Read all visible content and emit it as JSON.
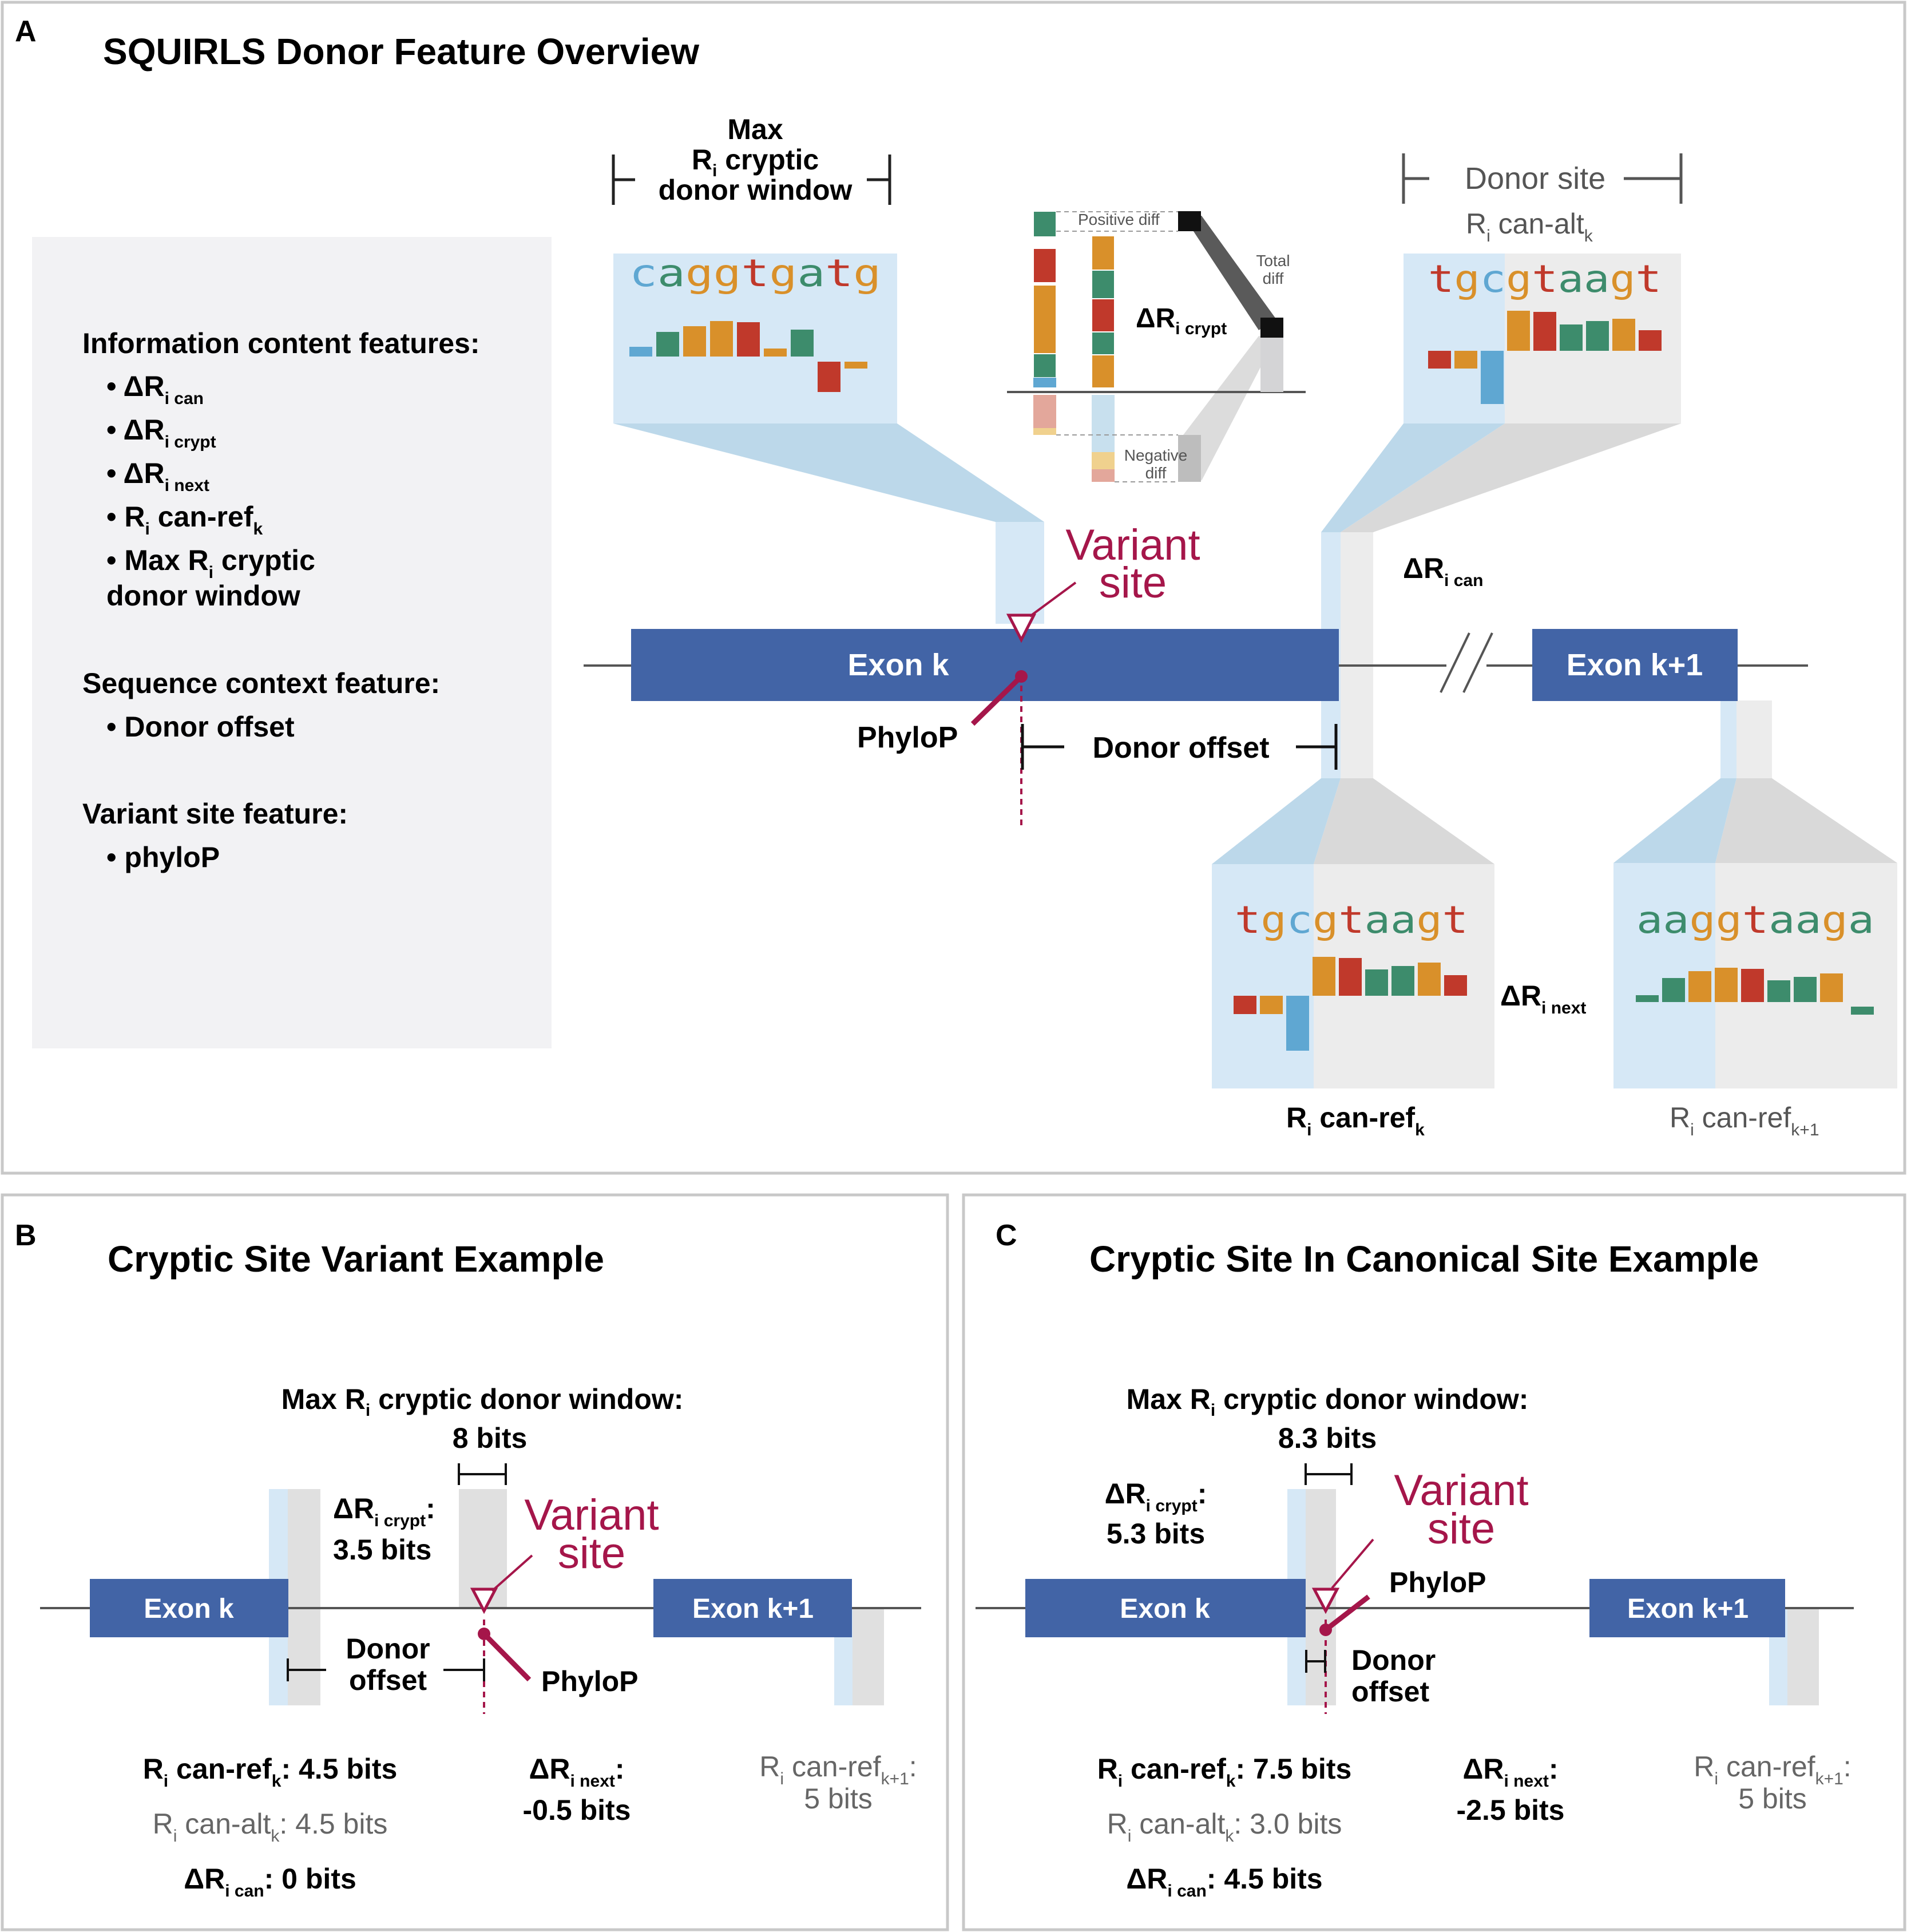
{
  "colors": {
    "exon": "#4264a6",
    "variant": "#a5164a",
    "highlight_blue": "#d6e8f6",
    "highlight_gray": "#e0e0e0",
    "legend_bg": "#f2f2f4",
    "frame": "#c8c8c8",
    "nt_a": "#3d8c6c",
    "nt_c": "#5fa7d2",
    "nt_g": "#d9902a",
    "nt_t": "#c0392b"
  },
  "panel_a": {
    "letter": "A",
    "title": "SQUIRLS Donor Feature Overview",
    "legend": {
      "heading1": "Information content features:",
      "items1": [
        "• ΔR",
        "• ΔR",
        "• ΔR",
        "• R",
        "• Max R"
      ],
      "subs1": [
        "i can",
        "i crypt",
        "i next",
        "i",
        "i"
      ],
      "tail1": [
        "",
        "",
        "",
        " can-ref",
        " cryptic"
      ],
      "tail1_sub": [
        "",
        "",
        "",
        "k",
        ""
      ],
      "item5_line2": "donor window",
      "heading2": "Sequence context feature:",
      "item_offset": "• Donor offset",
      "heading3": "Variant site feature:",
      "item_phylop": "• phyloP"
    },
    "max_window_label": [
      "Max",
      "R",
      "i",
      " cryptic",
      "donor window"
    ],
    "seq_cryptic": "caggtgatg",
    "donor_site_label": "Donor site",
    "can_alt_label": "R",
    "can_alt_sub": "i",
    "can_alt_tail": " can-alt",
    "can_alt_tail_sub": "k",
    "seq_can_alt": "tgcgtaagt",
    "seq_can_ref": "tgcgtaagt",
    "seq_next": "aaggtaaga",
    "positive_diff": "Positive diff",
    "negative_diff": [
      "Negative",
      "diff"
    ],
    "total_diff": [
      "Total",
      "diff"
    ],
    "delta_crypt": [
      "ΔR",
      "i crypt"
    ],
    "delta_can": [
      "ΔR",
      "i can"
    ],
    "delta_next": [
      "ΔR",
      "i next"
    ],
    "variant_site": [
      "Variant",
      "site"
    ],
    "exon_k": "Exon k",
    "exon_k1": "Exon k+1",
    "phylop": "PhyloP",
    "donor_offset": "Donor offset",
    "can_ref": [
      "R",
      "i",
      " can-ref",
      "k"
    ],
    "can_ref_next": [
      "R",
      "i",
      " can-ref",
      "k+1"
    ]
  },
  "panel_b": {
    "letter": "B",
    "title": "Cryptic Site Variant Example",
    "max_window": [
      "Max R",
      "i",
      " cryptic donor window:"
    ],
    "max_window_value": "8 bits",
    "delta_crypt": [
      "ΔR",
      "i crypt",
      ":"
    ],
    "delta_crypt_value": "3.5 bits",
    "variant_site": [
      "Variant",
      "site"
    ],
    "exon_k": "Exon k",
    "exon_k1": "Exon k+1",
    "donor_offset": [
      "Donor",
      "offset"
    ],
    "phylop": "PhyloP",
    "can_ref": [
      "R",
      "i",
      " can-ref",
      "k",
      ": 4.5 bits"
    ],
    "can_alt": [
      "R",
      "i",
      " can-alt",
      "k",
      ": 4.5 bits"
    ],
    "delta_can": [
      "ΔR",
      "i can",
      ": 0 bits"
    ],
    "delta_next": [
      "ΔR",
      "i next",
      ":"
    ],
    "delta_next_value": "-0.5 bits",
    "can_ref_next": [
      "R",
      "i",
      " can-ref",
      "k+1",
      ":"
    ],
    "can_ref_next_value": "5 bits"
  },
  "panel_c": {
    "letter": "C",
    "title": "Cryptic Site In Canonical Site Example",
    "max_window": [
      "Max R",
      "i",
      " cryptic donor window:"
    ],
    "max_window_value": "8.3 bits",
    "delta_crypt": [
      "ΔR",
      "i crypt",
      ":"
    ],
    "delta_crypt_value": "5.3 bits",
    "variant_site": [
      "Variant",
      "site"
    ],
    "phylop": "PhyloP",
    "exon_k": "Exon k",
    "exon_k1": "Exon k+1",
    "donor_offset": [
      "Donor",
      "offset"
    ],
    "can_ref": [
      "R",
      "i",
      " can-ref",
      "k",
      ": 7.5 bits"
    ],
    "can_alt": [
      "R",
      "i",
      " can-alt",
      "k",
      ": 3.0 bits"
    ],
    "delta_can": [
      "ΔR",
      "i can",
      ": 4.5 bits"
    ],
    "delta_next": [
      "ΔR",
      "i next",
      ":"
    ],
    "delta_next_value": "-2.5 bits",
    "can_ref_next": [
      "R",
      "i",
      " can-ref",
      "k+1",
      ":"
    ],
    "can_ref_next_value": "5 bits"
  }
}
